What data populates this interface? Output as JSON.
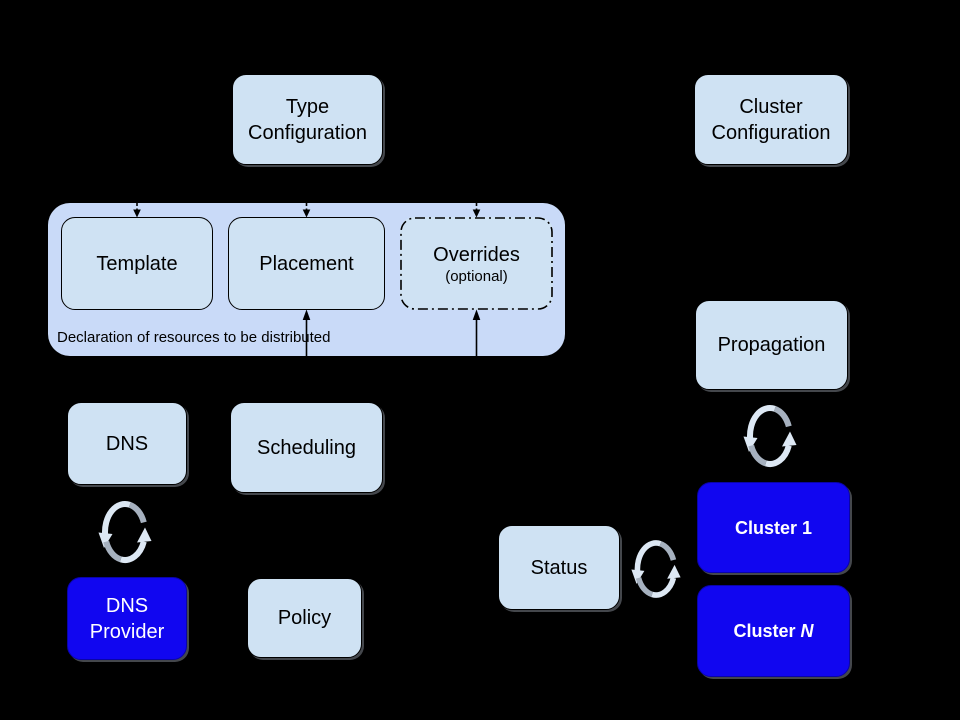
{
  "colors": {
    "background": "#000000",
    "light_box_fill": "#cfe2f3",
    "container_fill": "#c9daf8",
    "cluster_box_fill": "#1106f0",
    "box_border": "#000000",
    "light_box_text": "#000000",
    "cluster_box_text": "#ffffff",
    "sync_arc_gray": "#a6b1bf",
    "sync_arc_light": "#dde8f4"
  },
  "boxes": {
    "type_configuration": {
      "line1": "Type",
      "line2": "Configuration"
    },
    "cluster_configuration": {
      "line1": "Cluster",
      "line2": "Configuration"
    },
    "dns": {
      "label": "DNS"
    },
    "scheduling": {
      "label": "Scheduling"
    },
    "dns_provider": {
      "line1": "DNS",
      "line2": "Provider"
    },
    "policy": {
      "label": "Policy"
    },
    "propagation": {
      "label": "Propagation"
    },
    "status": {
      "label": "Status"
    },
    "cluster_1": {
      "label": "Cluster 1"
    },
    "cluster_n": {
      "prefix": "Cluster",
      "suffix": "N"
    }
  },
  "federated_resource": {
    "caption": "Declaration of resources to be distributed",
    "template": {
      "label": "Template"
    },
    "placement": {
      "label": "Placement"
    },
    "overrides": {
      "label": "Overrides",
      "qualifier": "(optional)"
    }
  },
  "icons": {
    "sync": "circular-sync-arrows"
  }
}
